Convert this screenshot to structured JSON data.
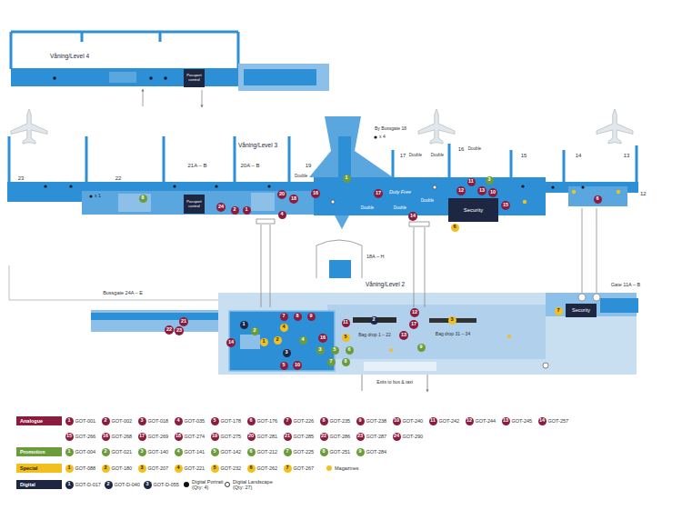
{
  "diagram": {
    "nodes": [
      {
        "text": [
          "Passport control"
        ]
      },
      {
        "text": [
          "Passport control"
        ]
      },
      {
        "text": [
          "Security"
        ]
      },
      {
        "text": [
          "Security"
        ]
      },
      {
        "text": [
          "24"
        ]
      },
      {
        "text": [
          "2"
        ]
      },
      {
        "text": [
          "1"
        ]
      },
      {
        "text": [
          "20"
        ]
      },
      {
        "text": [
          "18"
        ]
      },
      {
        "text": [
          "4"
        ]
      },
      {
        "text": [
          "16"
        ]
      },
      {
        "text": [
          "1"
        ]
      },
      {
        "text": [
          "17"
        ]
      },
      {
        "text": [
          "14"
        ]
      },
      {
        "text": [
          "6"
        ]
      },
      {
        "text": [
          "11"
        ]
      },
      {
        "text": [
          "12"
        ]
      },
      {
        "text": [
          "13"
        ]
      },
      {
        "text": [
          "3"
        ]
      },
      {
        "text": [
          "10"
        ]
      },
      {
        "text": [
          "15"
        ]
      },
      {
        "text": [
          "6"
        ]
      },
      {
        "text": [
          "8"
        ]
      },
      {
        "text": [
          "21"
        ]
      },
      {
        "text": [
          "22"
        ]
      },
      {
        "text": [
          "23"
        ]
      },
      {
        "text": [
          "14"
        ]
      },
      {
        "text": [
          "1"
        ]
      },
      {
        "text": [
          "2"
        ]
      },
      {
        "text": [
          "7"
        ]
      },
      {
        "text": [
          "8"
        ]
      },
      {
        "text": [
          "9"
        ]
      },
      {
        "text": [
          "1"
        ]
      },
      {
        "text": [
          "2"
        ]
      },
      {
        "text": [
          "4"
        ]
      },
      {
        "text": [
          "3"
        ]
      },
      {
        "text": [
          "4"
        ]
      },
      {
        "text": [
          "16"
        ]
      },
      {
        "text": [
          "3"
        ]
      },
      {
        "text": [
          "5"
        ]
      },
      {
        "text": [
          "6"
        ]
      },
      {
        "text": [
          "7"
        ]
      },
      {
        "text": [
          "8"
        ]
      },
      {
        "text": [
          "11"
        ]
      },
      {
        "text": [
          "5"
        ]
      },
      {
        "text": [
          "5"
        ]
      },
      {
        "text": [
          "10"
        ]
      },
      {
        "text": [
          "2"
        ]
      },
      {
        "text": [
          "12"
        ]
      },
      {
        "text": [
          "17"
        ]
      },
      {
        "text": [
          "13"
        ]
      },
      {
        "text": [
          "9"
        ]
      },
      {
        "text": [
          "3"
        ]
      },
      {
        "text": [
          "7"
        ]
      },
      {
        "text": [
          "1",
          "GOT-001"
        ]
      },
      {
        "text": [
          "2",
          "GOT-002"
        ]
      },
      {
        "text": [
          "3",
          "GOT-018"
        ]
      },
      {
        "text": [
          "4",
          "GOT-035"
        ]
      },
      {
        "text": [
          "5",
          "GOT-178"
        ]
      },
      {
        "text": [
          "6",
          "GOT-176"
        ]
      },
      {
        "text": [
          "7",
          "GOT-226"
        ]
      },
      {
        "text": [
          "8",
          "GOT-235"
        ]
      },
      {
        "text": [
          "9",
          "GOT-238"
        ]
      },
      {
        "text": [
          "10",
          "GOT-240"
        ]
      },
      {
        "text": [
          "11",
          "GOT-242"
        ]
      },
      {
        "text": [
          "12",
          "GOT-244"
        ]
      },
      {
        "text": [
          "13",
          "GOT-245"
        ]
      },
      {
        "text": [
          "14",
          "GOT-257"
        ]
      },
      {
        "text": [
          "15",
          "GOT-266"
        ]
      },
      {
        "text": [
          "16",
          "GOT-268"
        ]
      },
      {
        "text": [
          "17",
          "GOT-269"
        ]
      },
      {
        "text": [
          "18",
          "GOT-274"
        ]
      },
      {
        "text": [
          "19",
          "GOT-275"
        ]
      },
      {
        "text": [
          "20",
          "GOT-281"
        ]
      },
      {
        "text": [
          "21",
          "GOT-285"
        ]
      },
      {
        "text": [
          "22",
          "GOT-286"
        ]
      },
      {
        "text": [
          "23",
          "GOT-287"
        ]
      },
      {
        "text": [
          "24",
          "GOT-290"
        ]
      },
      {
        "text": [
          "1",
          "GOT-004"
        ]
      },
      {
        "text": [
          "2",
          "GOT-021"
        ]
      },
      {
        "text": [
          "3",
          "GOT-140"
        ]
      },
      {
        "text": [
          "4",
          "GOT-141"
        ]
      },
      {
        "text": [
          "5",
          "GOT-142"
        ]
      },
      {
        "text": [
          "6",
          "GOT-212"
        ]
      },
      {
        "text": [
          "7",
          "GOT-225"
        ]
      },
      {
        "text": [
          "8",
          "GOT-251"
        ]
      },
      {
        "text": [
          "9",
          "GOT-284"
        ]
      },
      {
        "text": [
          "1",
          "GOT-088"
        ]
      },
      {
        "text": [
          "2",
          "GOT-180"
        ]
      },
      {
        "text": [
          "3",
          "GOT-207"
        ]
      },
      {
        "text": [
          "4",
          "GOT-221"
        ]
      },
      {
        "text": [
          "5",
          "GOT-232"
        ]
      },
      {
        "text": [
          "6",
          "GOT-262"
        ]
      },
      {
        "text": [
          "7",
          "GOT-267"
        ]
      },
      {
        "text": [
          "1",
          "GOT-D-017"
        ]
      },
      {
        "text": [
          "2",
          "GOT-D-040"
        ]
      },
      {
        "text": [
          "3",
          "GOT-D-055"
        ]
      }
    ],
    "labels": [
      "Våning/Level 4",
      "Våning/Level 3",
      "Våning/Level 2",
      "23",
      "22",
      "21A – B",
      "20A – B",
      "19",
      "17",
      "16",
      "15",
      "14",
      "13",
      "12",
      "Double",
      "Double",
      "Double",
      "Double",
      "Double",
      "Double",
      "Double",
      "Duty Free",
      "By Bussgate 18",
      "x 4",
      "x 1",
      "18A – H",
      "Bussgate 24A – E",
      "Gate 11A – B",
      "Bag drop 1 – 22",
      "Bag drop 31 – 34",
      "Exits to bus & taxi"
    ],
    "legend": [
      {
        "text": "Analogue",
        "color": "#8c1c3e"
      },
      {
        "text": "Promotion",
        "color": "#6b9c3a"
      },
      {
        "text": "Special",
        "color": "#f2c01e"
      },
      {
        "text": "Digital",
        "color": "#1d2742"
      },
      {
        "text": "Magazines",
        "color": "#f2c01e"
      },
      {
        "text": "Digital Portrait (Qty: 4)",
        "color": "#111111"
      },
      {
        "text": "Digital Landscape (Qty: 27)"
      }
    ]
  }
}
